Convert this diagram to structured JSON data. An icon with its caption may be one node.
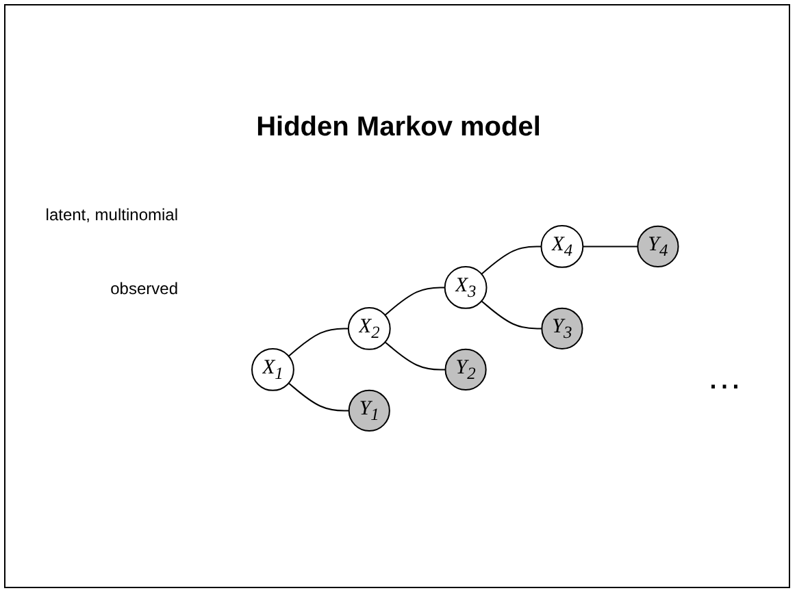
{
  "diagram": {
    "title": "Hidden Markov model",
    "nodes": [
      {
        "text": [
          "X$_{1}$"
        ]
      },
      {
        "text": [
          "X$_{2}$"
        ]
      },
      {
        "text": [
          "X$_{3}$"
        ]
      },
      {
        "text": [
          "X$_{4}$"
        ]
      },
      {
        "text": [
          "Y$_{1}$"
        ]
      },
      {
        "text": [
          "Y$_{2}$"
        ]
      },
      {
        "text": [
          "Y$_{3}$"
        ]
      },
      {
        "text": [
          "Y$_{4}$"
        ]
      }
    ],
    "edges": [
      {
        "from": 0,
        "to": 1,
        "arrow": "none"
      },
      {
        "from": 1,
        "to": 2,
        "arrow": "none"
      },
      {
        "from": 2,
        "to": 3,
        "arrow": "none"
      },
      {
        "from": 0,
        "to": 4,
        "arrow": "none"
      },
      {
        "from": 1,
        "to": 5,
        "arrow": "none"
      },
      {
        "from": 2,
        "to": 6,
        "arrow": "none"
      },
      {
        "from": 3,
        "to": 7,
        "arrow": "none"
      }
    ],
    "labels": [
      "latent, multinomial",
      "observed",
      "…"
    ]
  }
}
